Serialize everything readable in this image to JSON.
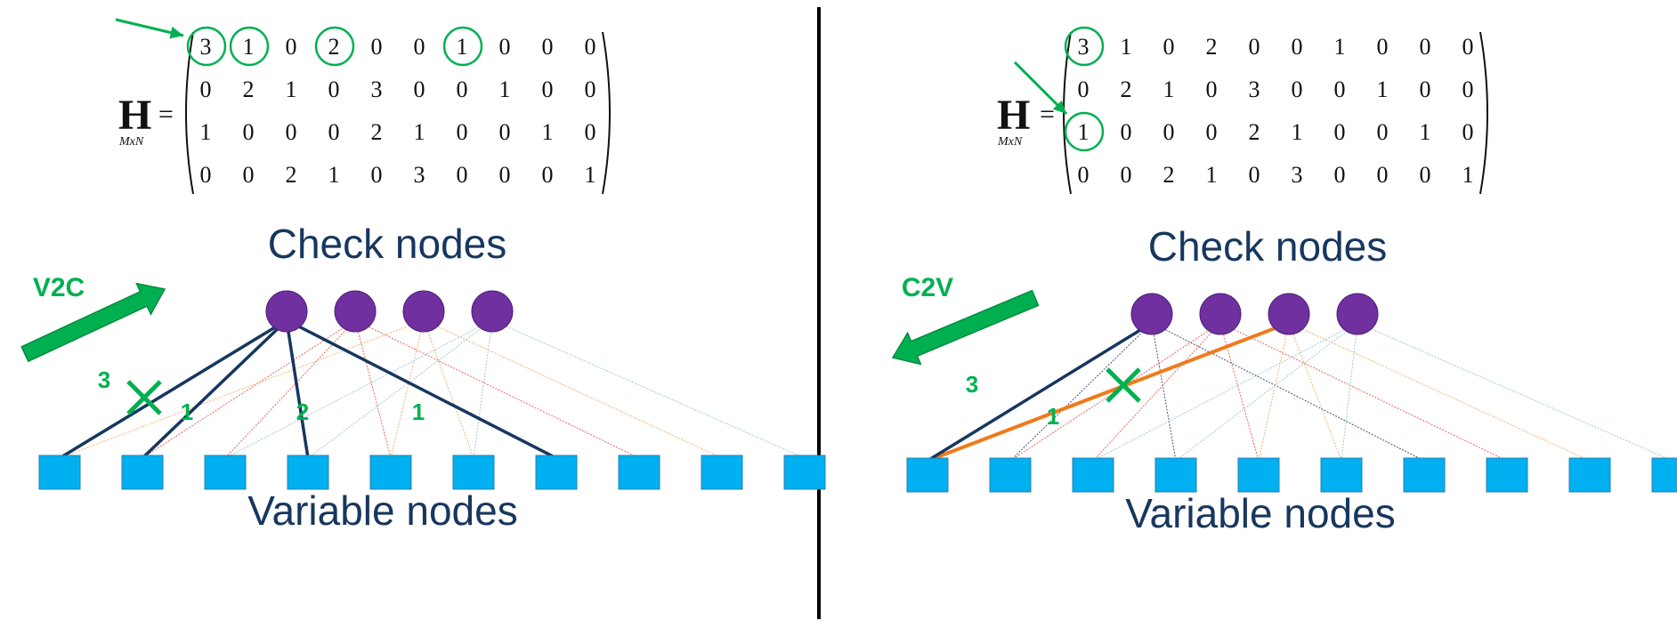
{
  "matrix": {
    "symbol": "H",
    "subscript": "MxN",
    "equals": "=",
    "rows": [
      [
        "3",
        "1",
        "0",
        "2",
        "0",
        "0",
        "1",
        "0",
        "0",
        "0"
      ],
      [
        "0",
        "2",
        "1",
        "0",
        "3",
        "0",
        "0",
        "1",
        "0",
        "0"
      ],
      [
        "1",
        "0",
        "0",
        "0",
        "2",
        "1",
        "0",
        "0",
        "1",
        "0"
      ],
      [
        "0",
        "0",
        "2",
        "1",
        "0",
        "3",
        "0",
        "0",
        "0",
        "1"
      ]
    ]
  },
  "colors": {
    "accent_green": "#00b050",
    "check_node": "#7030a0",
    "variable_node": "#00b0f0",
    "active_edge": "#17375e",
    "highlight_edge": "#f07a1a",
    "divider": "#000000",
    "check_edge_colors": [
      "#1f3864",
      "#e84c3d",
      "#f5a45a",
      "#8fc1c9"
    ]
  },
  "panels": [
    {
      "direction_label": "V2C",
      "arrow_direction": "up-right",
      "check_nodes_label": "Check nodes",
      "variable_nodes_label": "Variable nodes",
      "circled_entries": [
        [
          0,
          0
        ],
        [
          0,
          1
        ],
        [
          0,
          3
        ],
        [
          0,
          6
        ]
      ],
      "active_edges": [
        [
          0,
          0
        ],
        [
          0,
          1
        ],
        [
          0,
          3
        ],
        [
          0,
          6
        ]
      ],
      "highlight_edges": [],
      "crossed_edge": [
        0,
        0
      ],
      "edge_weight_labels": [
        "3",
        "1",
        "2",
        "1"
      ]
    },
    {
      "direction_label": "C2V",
      "arrow_direction": "down-left",
      "check_nodes_label": "Check nodes",
      "variable_nodes_label": "Variable nodes",
      "circled_entries": [
        [
          0,
          0
        ],
        [
          2,
          0
        ]
      ],
      "active_edges": [
        [
          0,
          0
        ]
      ],
      "highlight_edges": [
        [
          2,
          0
        ]
      ],
      "crossed_edge": [
        2,
        0
      ],
      "edge_weight_labels": [
        "3",
        "1"
      ]
    }
  ]
}
